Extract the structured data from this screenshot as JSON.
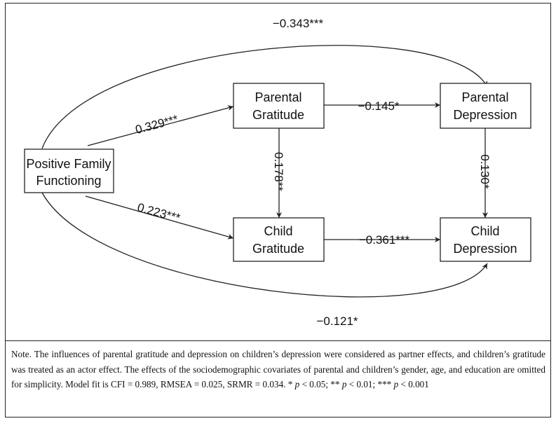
{
  "nodes": {
    "pff": [
      "Positive Family",
      "Functioning"
    ],
    "pg": [
      "Parental",
      "Gratitude"
    ],
    "pd": [
      "Parental",
      "Depression"
    ],
    "cg": [
      "Child",
      "Gratitude"
    ],
    "cd": [
      "Child",
      "Depression"
    ]
  },
  "paths": {
    "pff_pd": "−0.343***",
    "pff_pg": "0.329***",
    "pg_pd": "−0.145*",
    "pg_cg": "0.178**",
    "pd_cd": "0.130*",
    "pff_cg": "0.223***",
    "cg_cd": "−0.361***",
    "pff_cd": "−0.121*"
  },
  "note": {
    "part1": "Note. The influences of parental gratitude and depression on children’s depression were considered as partner effects, and children’s gratitude was treated as an actor effect. The effects of the sociodemographic covariates of parental and children’s gender, age, and education are omitted for simplicity. Model fit is CFI = 0.989, RMSEA = 0.025, SRMR = 0.034. * ",
    "p1": "p",
    "part2": " < 0.05; ** ",
    "p2": "p",
    "part3": " < 0.01; *** ",
    "p3": "p",
    "part4": " < 0.001"
  }
}
